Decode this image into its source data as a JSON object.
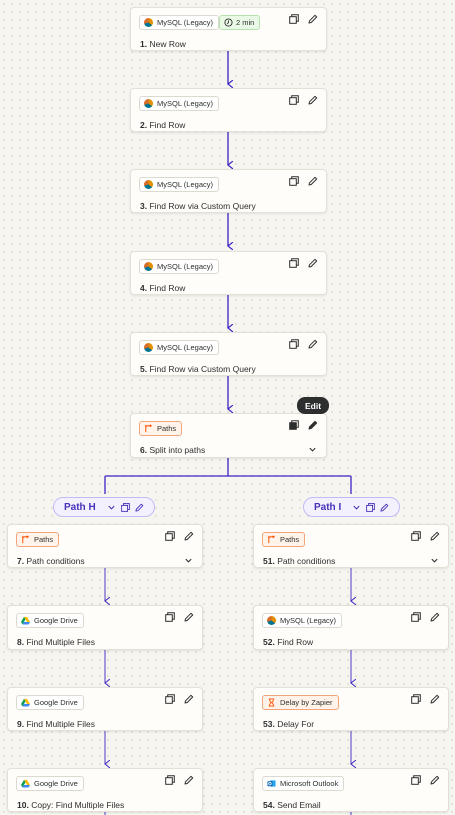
{
  "steps": [
    {
      "app": "MySQL (Legacy)",
      "num": "1.",
      "title": "New Row",
      "time": "2 min"
    },
    {
      "app": "MySQL (Legacy)",
      "num": "2.",
      "title": "Find Row"
    },
    {
      "app": "MySQL (Legacy)",
      "num": "3.",
      "title": "Find Row via Custom Query"
    },
    {
      "app": "MySQL (Legacy)",
      "num": "4.",
      "title": "Find Row"
    },
    {
      "app": "MySQL (Legacy)",
      "num": "5.",
      "title": "Find Row via Custom Query"
    },
    {
      "app": "Paths",
      "num": "6.",
      "title": "Split into paths"
    }
  ],
  "tooltip": "Edit",
  "paths": [
    {
      "label": "Path H",
      "steps": [
        {
          "app": "Paths",
          "num": "7.",
          "title": "Path conditions"
        },
        {
          "app": "Google Drive",
          "num": "8.",
          "title": "Find Multiple Files"
        },
        {
          "app": "Google Drive",
          "num": "9.",
          "title": "Find Multiple Files"
        },
        {
          "app": "Google Drive",
          "num": "10.",
          "title": "Copy: Find Multiple Files"
        }
      ]
    },
    {
      "label": "Path I",
      "steps": [
        {
          "app": "Paths",
          "num": "51.",
          "title": "Path conditions"
        },
        {
          "app": "MySQL (Legacy)",
          "num": "52.",
          "title": "Find Row"
        },
        {
          "app": "Delay by Zapier",
          "num": "53.",
          "title": "Delay For"
        },
        {
          "app": "Microsoft Outlook",
          "num": "54.",
          "title": "Send Email"
        }
      ]
    }
  ],
  "icons": {
    "mysql": "mysql-icon",
    "google_drive": "google-drive-icon",
    "paths": "paths-icon",
    "delay": "delay-icon",
    "outlook": "outlook-icon",
    "copy": "duplicate-icon",
    "edit": "pencil-icon",
    "timer": "timer-icon",
    "chevron": "chevron-down-icon"
  },
  "colors": {
    "connector": "#3d24c4",
    "accent_orange": "#ff4f00",
    "time_green": "#eaf8e6"
  }
}
